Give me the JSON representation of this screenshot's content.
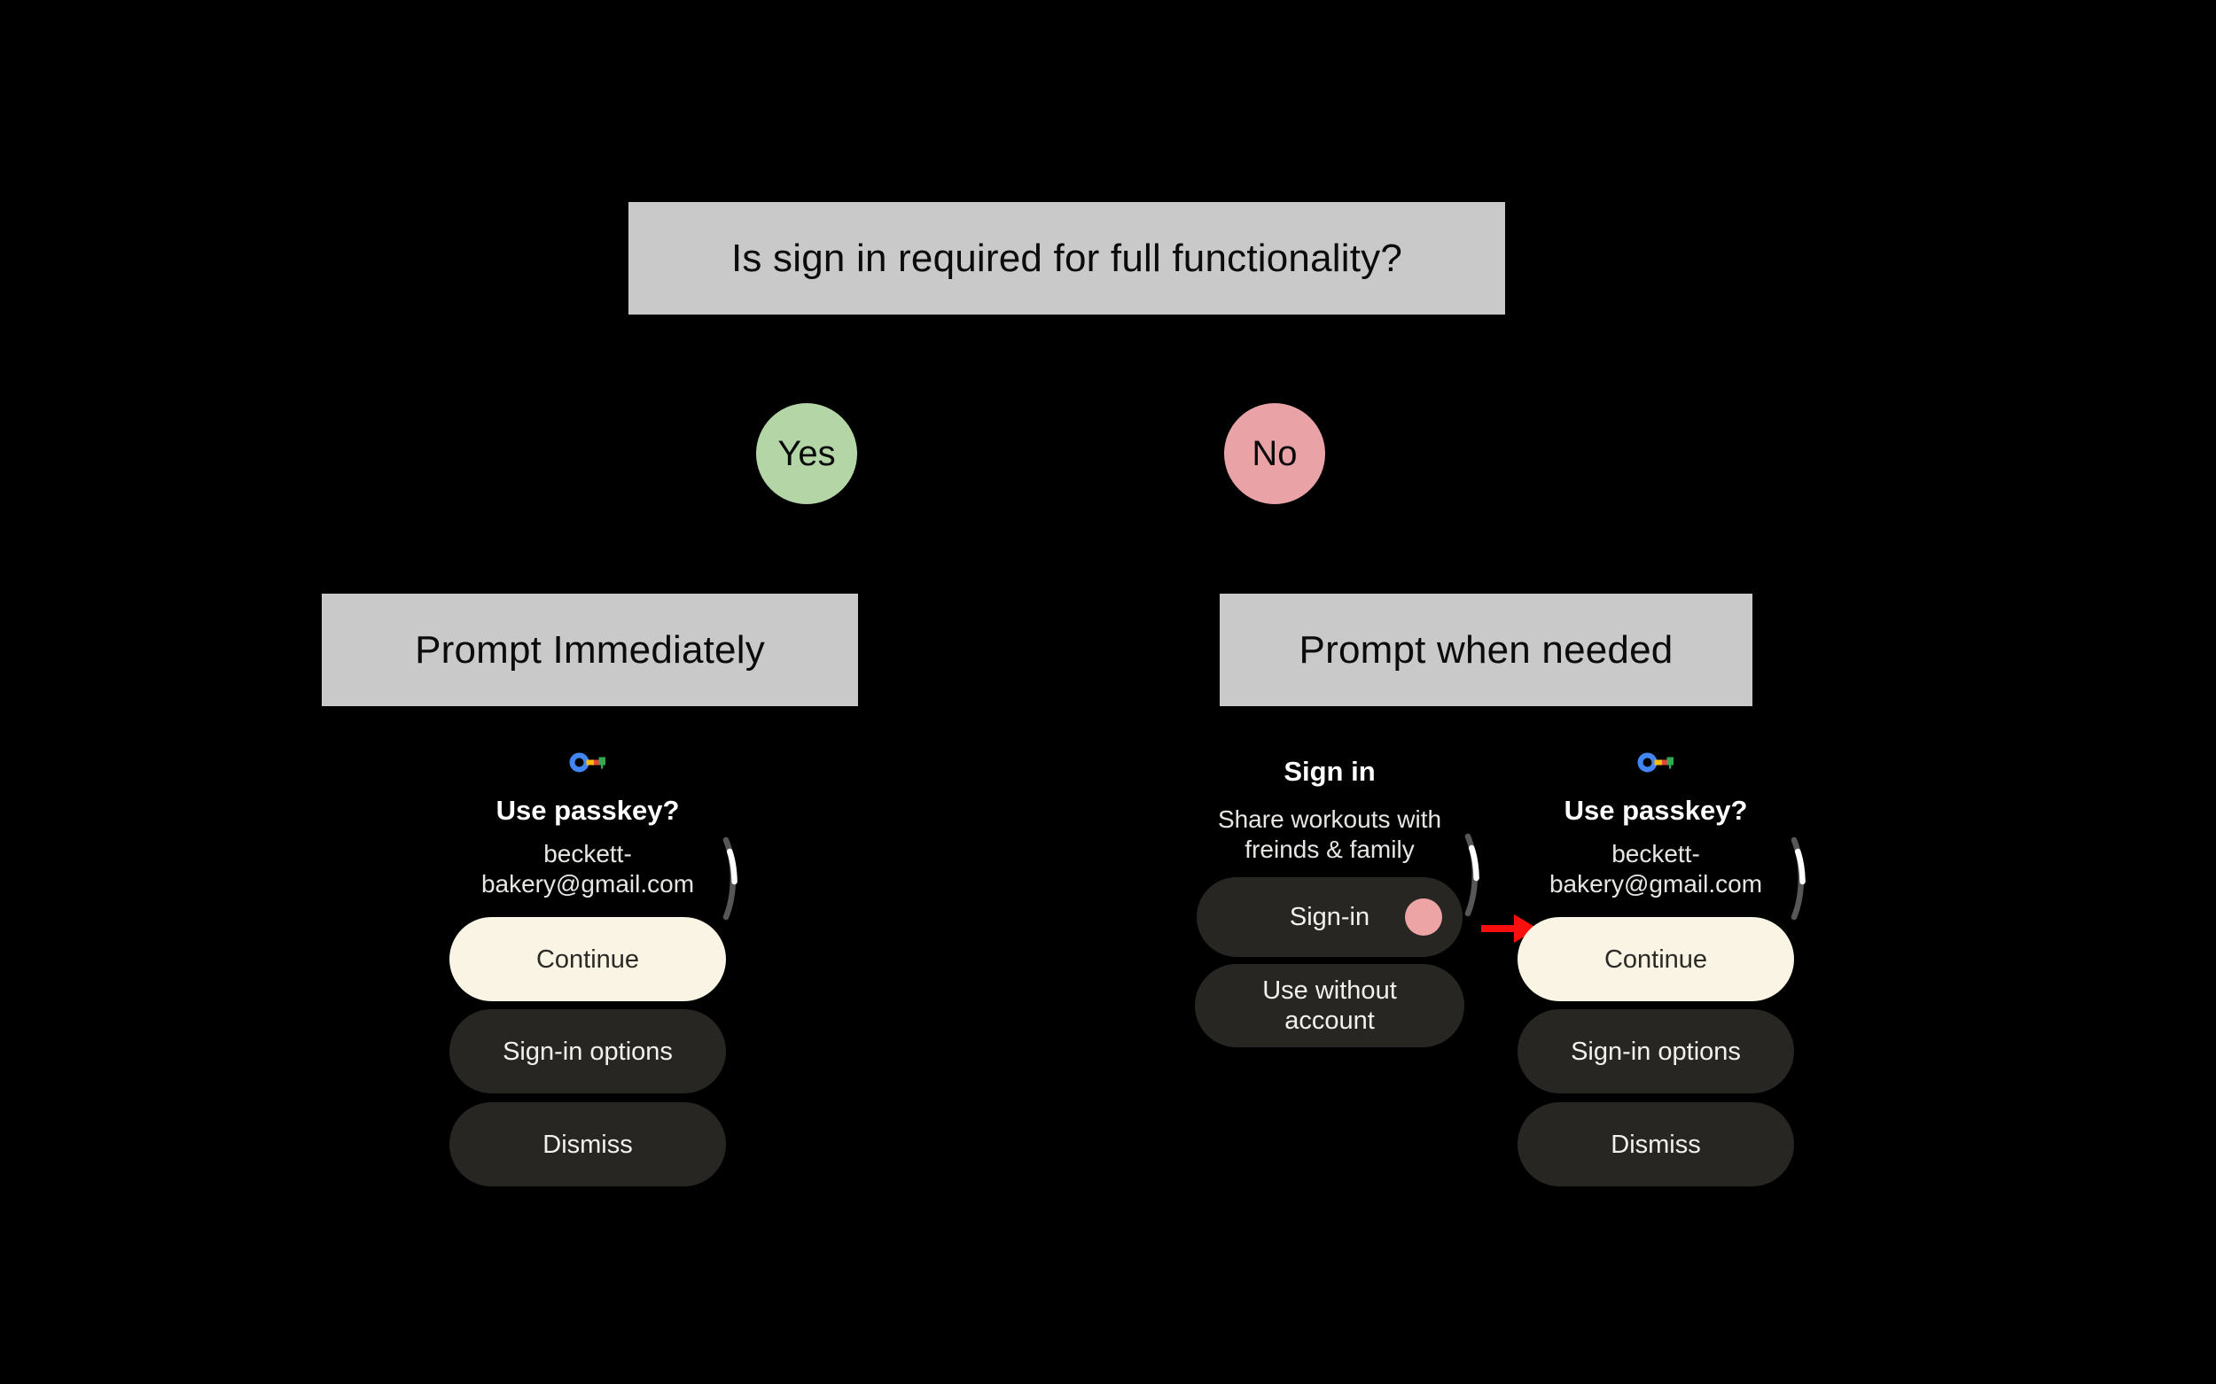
{
  "flowchart": {
    "title": "Is sign in required for full functionality?",
    "yes_label": "Yes",
    "no_label": "No",
    "yes_box": "Prompt Immediately",
    "no_box": "Prompt when needed"
  },
  "passkey_screen": {
    "key_icon": "google-passkey-key-icon",
    "scroll_icon": "scroll-position-indicator",
    "title": "Use passkey?",
    "email_line1": "beckett-",
    "email_line2": "bakery@gmail.com",
    "continue_label": "Continue",
    "signin_options_label": "Sign-in options",
    "dismiss_label": "Dismiss"
  },
  "signin_screen": {
    "scroll_icon": "scroll-position-indicator",
    "title": "Sign in",
    "subtitle_line1": "Share workouts with",
    "subtitle_line2": "freinds & family",
    "signin_label": "Sign-in",
    "tap_indicator_icon": "pink-tap-indicator-dot",
    "use_without_line1": "Use without",
    "use_without_line2": "account"
  },
  "colors": {
    "background": "#000000",
    "node_box_gray": "#c9c9c9",
    "yes_circle_green": "#b4d6a6",
    "no_circle_pink": "#e9a2a6",
    "continue_button_cream": "#f9f4e4",
    "dark_button": "#282623",
    "tap_indicator_pink": "#eca4a5",
    "arrow_red": "#f80f0e",
    "key_blue": "#4285f4",
    "key_yellow": "#fbbc04",
    "key_red": "#ea4335",
    "key_green": "#34a853"
  }
}
